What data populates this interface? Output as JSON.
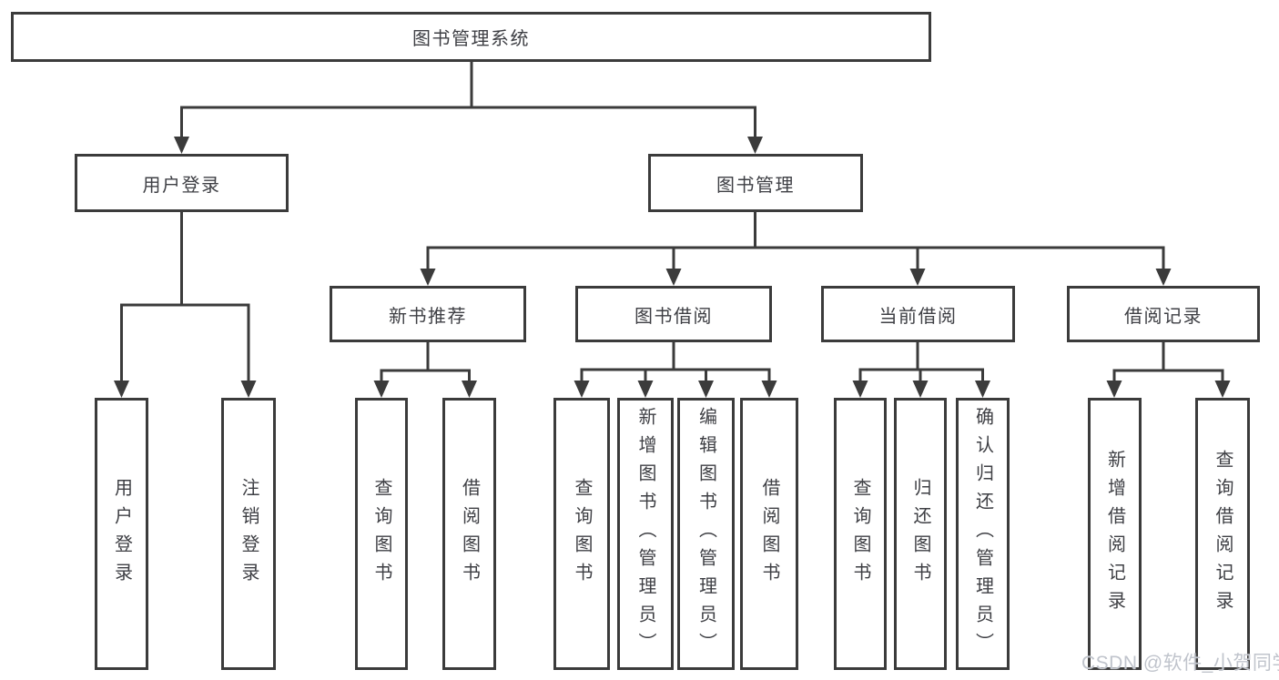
{
  "diagram": {
    "root": {
      "label": "图书管理系统"
    },
    "branches": [
      {
        "label": "用户登录",
        "leaves": [
          "用户登录",
          "注销登录"
        ]
      },
      {
        "label": "图书管理",
        "groups": [
          {
            "label": "新书推荐",
            "leaves": [
              "查询图书",
              "借阅图书"
            ]
          },
          {
            "label": "图书借阅",
            "leaves": [
              "查询图书",
              "新增图书（管理员）",
              "编辑图书（管理员）",
              "借阅图书"
            ]
          },
          {
            "label": "当前借阅",
            "leaves": [
              "查询图书",
              "归还图书",
              "确认归还（管理员）"
            ]
          },
          {
            "label": "借阅记录",
            "leaves": [
              "新增借阅记录",
              "查询借阅记录"
            ]
          }
        ]
      }
    ]
  },
  "watermark": {
    "text": "CSDN @软件_小贺同学"
  },
  "colors": {
    "line": "#3b3b3b",
    "text": "#3e3f44",
    "box_background": "#ffffff",
    "watermark": "#c0c4cc",
    "page_background": "#ffffff"
  }
}
